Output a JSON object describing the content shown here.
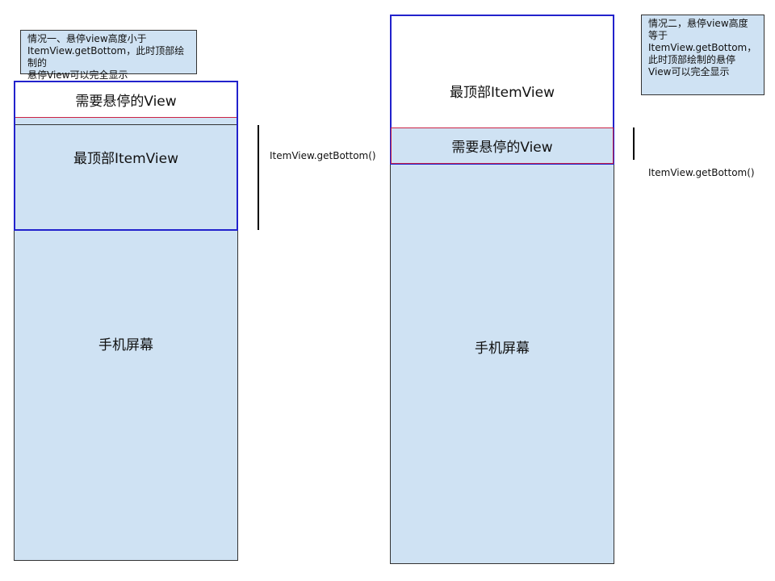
{
  "case1": {
    "note": "情况一、悬停view高度小于\nItemView.getBottom，此时顶部绘制的\n悬停View可以完全显示",
    "sticky_view_label": "需要悬停的View",
    "top_item_label": "最顶部ItemView",
    "screen_label": "手机屏幕",
    "measure_label": "ItemView.getBottom()"
  },
  "case2": {
    "note": "情况二，悬停view高度\n等于\nItemView.getBottom，\n此时顶部绘制的悬停\nView可以完全显示",
    "top_item_label": "最顶部ItemView",
    "sticky_view_label": "需要悬停的View",
    "screen_label": "手机屏幕",
    "measure_label": "ItemView.getBottom()"
  },
  "colors": {
    "screen_fill": "#cfe2f3",
    "item_border": "#2222cc",
    "sticky_border": "#cc2244"
  }
}
